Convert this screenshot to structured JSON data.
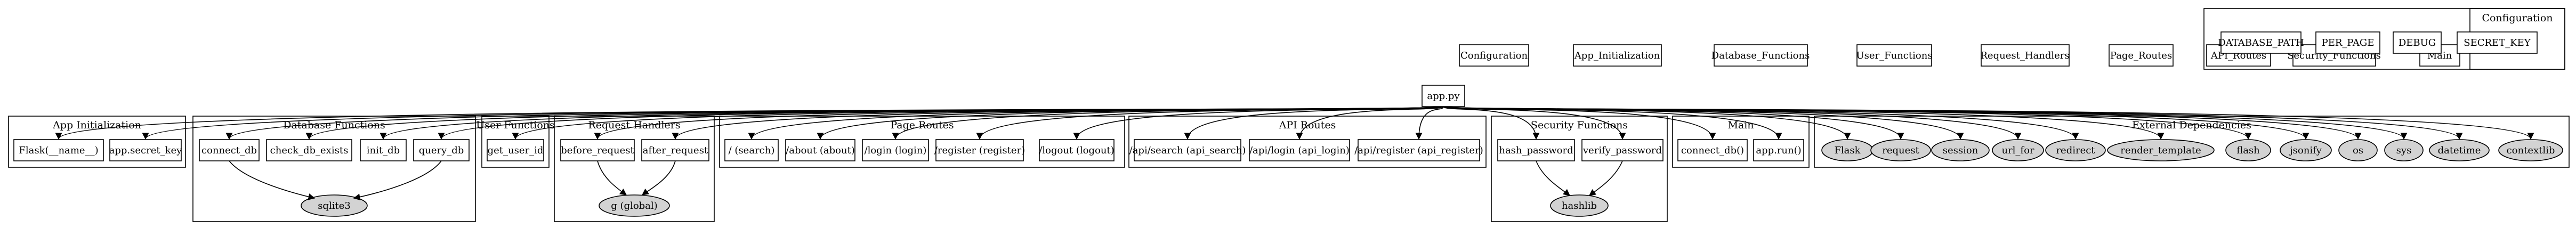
{
  "legend_top": [
    "Configuration",
    "App_Initialization",
    "Database_Functions",
    "User_Functions",
    "Request_Handlers",
    "Page_Routes",
    "API_Routes",
    "Security_Functions",
    "Main"
  ],
  "configuration": {
    "title": "Configuration",
    "items": [
      "DATABASE_PATH",
      "PER_PAGE",
      "DEBUG",
      "SECRET_KEY"
    ]
  },
  "root": "app.py",
  "app_init": {
    "title": "App Initialization",
    "items": [
      "Flask(__name__)",
      "app.secret_key"
    ]
  },
  "database": {
    "title": "Database Functions",
    "items": [
      "connect_db",
      "check_db_exists",
      "init_db",
      "query_db"
    ],
    "shared": "sqlite3"
  },
  "user": {
    "title": "User Functions",
    "items": [
      "get_user_id"
    ]
  },
  "request_handlers": {
    "title": "Request Handlers",
    "items": [
      "before_request",
      "after_request"
    ],
    "shared": "g (global)"
  },
  "page_routes": {
    "title": "Page Routes",
    "items": [
      "/ (search)",
      "/about (about)",
      "/login (login)",
      "/register (register)",
      "/logout (logout)"
    ]
  },
  "api_routes": {
    "title": "API Routes",
    "items": [
      "/api/search (api_search)",
      "/api/login (api_login)",
      "/api/register (api_register)"
    ]
  },
  "security": {
    "title": "Security Functions",
    "items": [
      "hash_password",
      "verify_password"
    ],
    "shared": "hashlib"
  },
  "main": {
    "title": "Main",
    "items": [
      "connect_db()",
      "app.run()"
    ]
  },
  "external": {
    "title": "External Dependencies",
    "items": [
      "Flask",
      "request",
      "session",
      "url_for",
      "redirect",
      "render_template",
      "flash",
      "jsonify",
      "os",
      "sys",
      "datetime",
      "contextlib"
    ]
  }
}
